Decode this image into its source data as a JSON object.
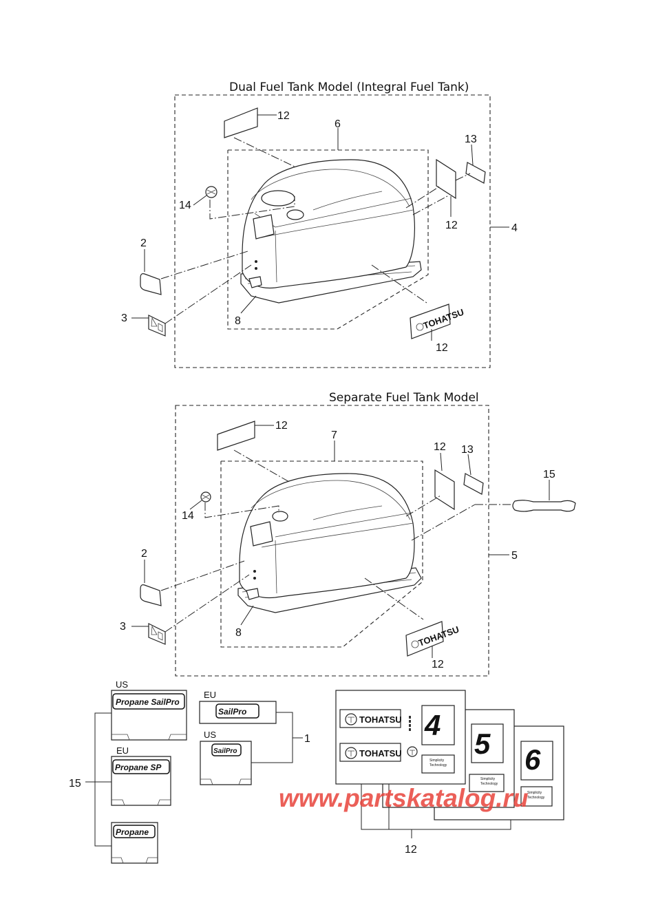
{
  "sections": {
    "dual": {
      "title": "Dual Fuel Tank Model  (Integral Fuel Tank)"
    },
    "separate": {
      "title": "Separate Fuel Tank Model"
    }
  },
  "callouts": {
    "dual": {
      "c12a": "12",
      "c6": "6",
      "c13": "13",
      "c14": "14",
      "c12b": "12",
      "c4": "4",
      "c2": "2",
      "c3": "3",
      "c8": "8",
      "c12c": "12"
    },
    "separate": {
      "c12a": "12",
      "c7": "7",
      "c12b": "12",
      "c13": "13",
      "c15": "15",
      "c14": "14",
      "c5": "5",
      "c2": "2",
      "c3": "3",
      "c8": "8",
      "c12c": "12"
    },
    "bottom": {
      "c1": "1",
      "c15": "15",
      "c12": "12"
    }
  },
  "decals": {
    "region_labels": {
      "us_top": "US",
      "eu_left": "EU",
      "eu_mid": "EU",
      "us_mid": "US"
    },
    "logos": {
      "propane_sailpro": "Propane SailPro",
      "sailpro_eu": "SailPro",
      "sailpro_us": "SailPro",
      "propane_sp": "Propane SP",
      "propane": "Propane"
    },
    "brand": "TOHATSU",
    "sheet_numbers": [
      "4",
      "5",
      "6"
    ],
    "simplicity_text": [
      "Simplicity",
      "Technology"
    ]
  },
  "watermark": "www.partskatalog.ru"
}
